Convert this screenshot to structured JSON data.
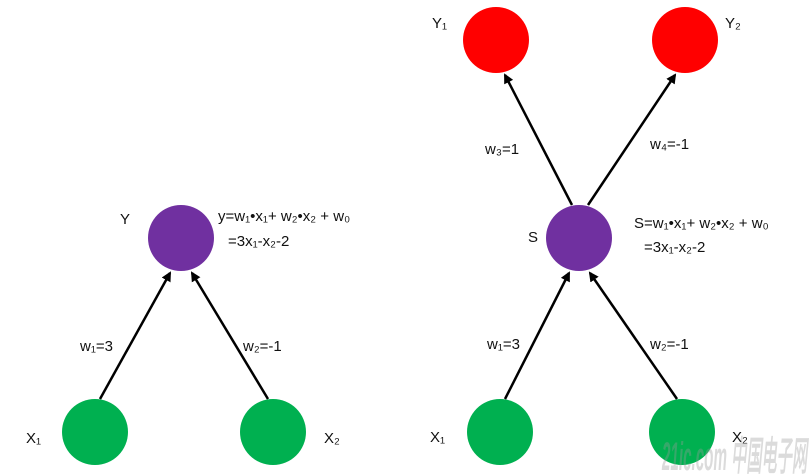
{
  "colors": {
    "hidden": "#7030a0",
    "input": "#00b050",
    "output": "#ff0000",
    "edge": "#000000"
  },
  "left": {
    "output_label": "Y",
    "formula_line1": "y=w₁•x₁+ w₂•x₂ + w₀",
    "formula_line2": "=3x₁-x₂-2",
    "w1": "w₁=3",
    "w2": "w₂=-1",
    "x1": "X₁",
    "x2": "X₂"
  },
  "right": {
    "hidden_label": "S",
    "formula_line1": "S=w₁•x₁+ w₂•x₂ + w₀",
    "formula_line2": "=3x₁-x₂-2",
    "w1": "w₁=3",
    "w2": "w₂=-1",
    "w3": "w₃=1",
    "w4": "w₄=-1",
    "x1": "X₁",
    "x2": "X₂",
    "y1": "Y₁",
    "y2": "Y₂"
  },
  "watermark": "21ic.com 中国电子网"
}
